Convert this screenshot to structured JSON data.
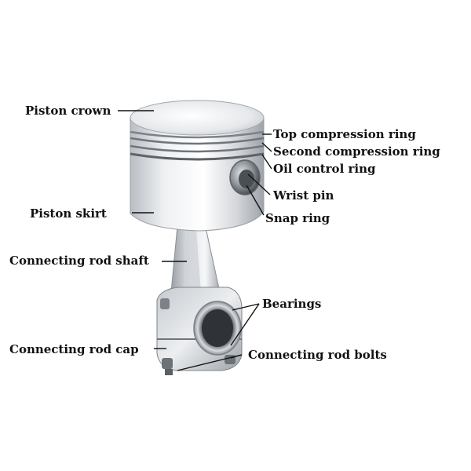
{
  "labels": {
    "piston_crown": "Piston crown",
    "top_compression_ring": "Top compression ring",
    "second_compression_ring": "Second compression ring",
    "oil_control_ring": "Oil control ring",
    "wrist_pin": "Wrist pin",
    "snap_ring": "Snap ring",
    "piston_skirt": "Piston skirt",
    "connecting_rod_shaft": "Connecting rod shaft",
    "bearings": "Bearings",
    "connecting_rod_cap": "Connecting rod cap",
    "connecting_rod_bolts": "Connecting rod bolts"
  },
  "colors": {
    "leader_line": "#111111",
    "metal_light": "#f2f3f4",
    "metal_mid": "#c9ccd0",
    "metal_dark": "#8e949a",
    "label_text": "#111111"
  }
}
